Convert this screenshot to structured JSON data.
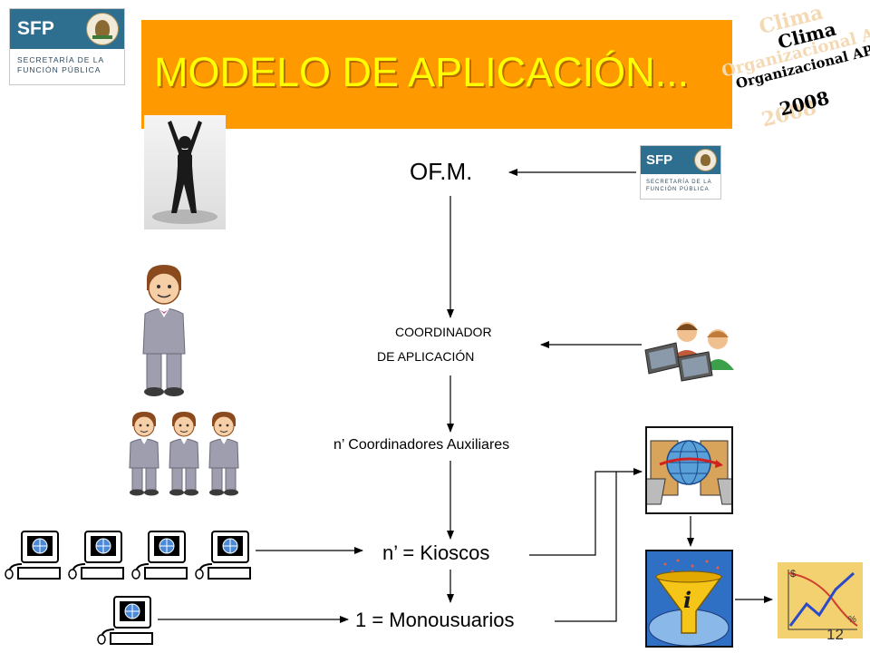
{
  "logo_main": {
    "word": "SFP",
    "subtitle": "SECRETARÍA DE LA\nFUNCIÓN PÚBLICA"
  },
  "logo_small": {
    "word": "SFP",
    "subtitle": "SECRETARÍA DE LA\nFUNCIÓN PÚBLICA"
  },
  "title": "MODELO DE APLICACIÓN...",
  "clima": {
    "line1": "Clima",
    "line2": "Organizacional APF",
    "year": "2008"
  },
  "nodes": {
    "ofm": "OF.M.",
    "coordinador_line1": "COORDINADOR",
    "coordinador_line2": "DE APLICACIÓN",
    "auxiliares": "n’ Coordinadores Auxiliares",
    "kioscos": "n’ =  Kioscos",
    "monousuarios": "1 = Monousuarios"
  },
  "page_number": "12",
  "colors": {
    "title_bar": "#ff9900",
    "title_text": "#ffff00",
    "sfp_blue": "#2e6e8e",
    "clima_orange": "#d98c2b"
  },
  "icons": [
    "celebrating-person-icon",
    "businessman-icon",
    "three-businessmen-icon",
    "computer-icon",
    "computer-users-icon",
    "globe-network-icon",
    "info-funnel-icon",
    "growth-chart-icon"
  ]
}
